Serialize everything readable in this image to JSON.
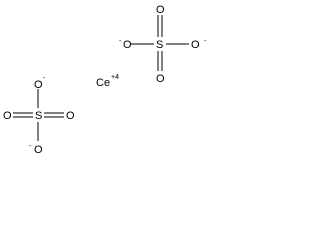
{
  "molecule": {
    "cation": {
      "symbol": "Ce",
      "charge": "+4"
    },
    "sulfate_top": {
      "sulfur": "S",
      "oxygens": {
        "double_top": "O",
        "double_bottom": "O",
        "anion_left": "O",
        "anion_right": "O"
      },
      "charges": {
        "left": "-",
        "right": "-"
      }
    },
    "sulfate_bottom": {
      "sulfur": "S",
      "oxygens": {
        "anion_top": "O",
        "double_left": "O",
        "double_right": "O",
        "anion_bottom": "O"
      },
      "charges": {
        "top": "-",
        "bottom": "-"
      }
    }
  }
}
